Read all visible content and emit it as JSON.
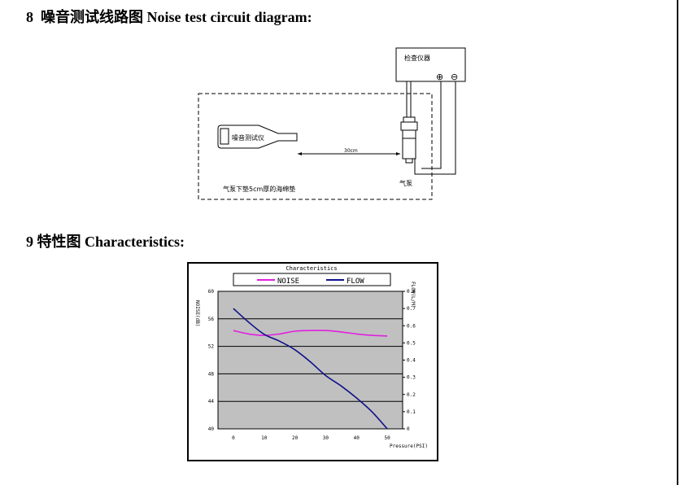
{
  "section8": {
    "number": "8",
    "title": "噪音测试线路图 Noise test circuit diagram:"
  },
  "diagram": {
    "instrument_label": "检查仪器",
    "terminal_plus": "⊕",
    "terminal_minus": "⊖",
    "meter_label": "噪音测试仪",
    "distance_label": "30cm",
    "pump_label": "气泵",
    "note": "气泵下垫5cm厚的海绵垫"
  },
  "section9": {
    "number": "9",
    "title": "特性图 Characteristics:"
  },
  "chart_data": {
    "type": "line",
    "title": "Characteristics",
    "xlabel": "Pressure(PSI)",
    "ylabel_left": "NOISE(dB)",
    "ylabel_right": "FLOW(L/M)",
    "x_ticks": [
      "0",
      "10",
      "20",
      "30",
      "40",
      "50"
    ],
    "y_left_ticks": [
      "40",
      "44",
      "48",
      "52",
      "56",
      "60"
    ],
    "y_right_ticks": [
      "0",
      "0.1",
      "0.2",
      "0.3",
      "0.4",
      "0.5",
      "0.6",
      "0.7",
      "0.8"
    ],
    "xlim": [
      -5,
      55
    ],
    "ylim_left": [
      40,
      60
    ],
    "ylim_right": [
      0,
      0.8
    ],
    "grid": "horizontal",
    "background": "#c0c0c0",
    "legend_position": "top",
    "series": [
      {
        "name": "NOISE",
        "axis": "left",
        "color": "#e020e0",
        "x": [
          0,
          5,
          10,
          15,
          20,
          25,
          30,
          35,
          40,
          45,
          50
        ],
        "y": [
          54.3,
          53.8,
          53.6,
          53.8,
          54.2,
          54.3,
          54.3,
          54.1,
          53.8,
          53.6,
          53.5
        ]
      },
      {
        "name": "FLOW",
        "axis": "right",
        "color": "#10108a",
        "x": [
          0,
          5,
          10,
          15,
          20,
          25,
          30,
          35,
          40,
          45,
          50
        ],
        "y": [
          0.7,
          0.62,
          0.55,
          0.51,
          0.46,
          0.39,
          0.31,
          0.25,
          0.18,
          0.1,
          0.0
        ]
      }
    ]
  }
}
